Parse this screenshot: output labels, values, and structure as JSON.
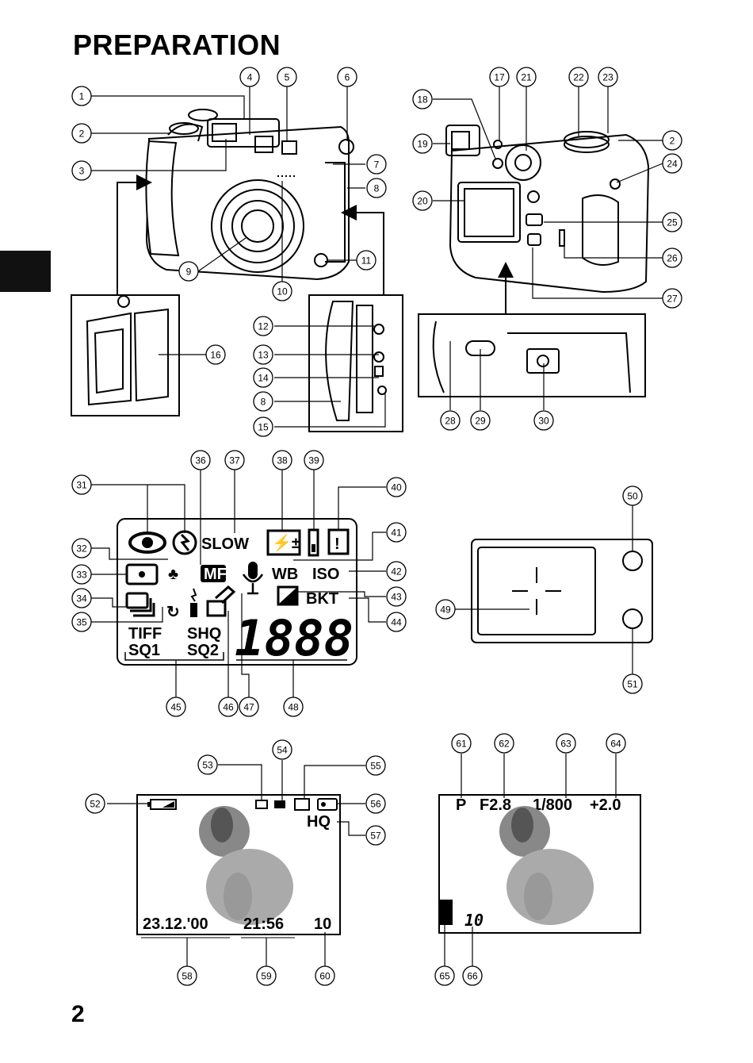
{
  "page": {
    "title": "PREPARATION",
    "number": "2"
  },
  "colors": {
    "ink": "#000000",
    "tab": "#111111",
    "dog_fill": "#8a8a8a"
  },
  "callouts": [
    "1",
    "2",
    "3",
    "4",
    "5",
    "6",
    "7",
    "8",
    "9",
    "10",
    "11",
    "12",
    "13",
    "14",
    "15",
    "16",
    "17",
    "18",
    "19",
    "20",
    "21",
    "22",
    "23",
    "24",
    "25",
    "26",
    "27",
    "28",
    "29",
    "30",
    "31",
    "32",
    "33",
    "34",
    "35",
    "36",
    "37",
    "38",
    "39",
    "40",
    "41",
    "42",
    "43",
    "44",
    "45",
    "46",
    "47",
    "48",
    "49",
    "50",
    "51",
    "52",
    "53",
    "54",
    "55",
    "56",
    "57",
    "58",
    "59",
    "60",
    "61",
    "62",
    "63",
    "64",
    "65",
    "66"
  ],
  "control_panel": {
    "slow": "SLOW",
    "mf": "MF",
    "wb": "WB",
    "iso": "ISO",
    "bkt": "BKT",
    "tiff": "TIFF",
    "shq": "SHQ",
    "sq1": "SQ1",
    "sq2": "SQ2",
    "counter": "1888"
  },
  "monitor_play": {
    "quality": "HQ",
    "date": "23.12.'00",
    "time": "21:56",
    "frame": "10"
  },
  "monitor_rec": {
    "mode": "P",
    "aperture": "F2.8",
    "shutter": "1/800",
    "exposure": "+2.0",
    "remaining": "10"
  },
  "icons": [
    "red-eye-icon",
    "flash-off-icon",
    "flash-comp-icon",
    "battery-icon",
    "warning-icon",
    "macro-icon",
    "spot-metering-icon",
    "sequence-icon",
    "self-timer-icon",
    "microphone-icon",
    "exposure-comp-icon",
    "print-reserve-icon",
    "card-icon",
    "protect-icon",
    "dog-image"
  ]
}
